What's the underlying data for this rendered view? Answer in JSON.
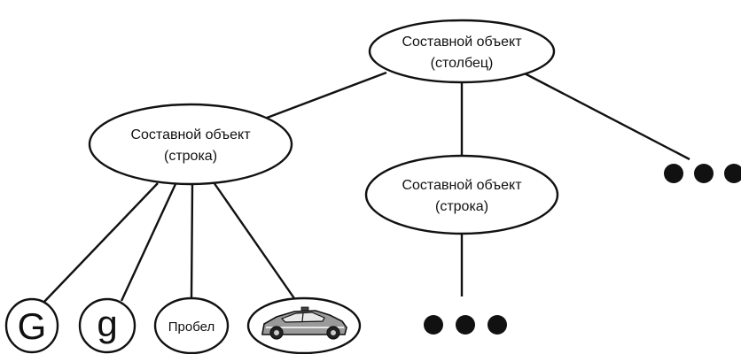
{
  "diagram": {
    "root": {
      "line1": "Составной объект",
      "line2": "(столбец)"
    },
    "row_left": {
      "line1": "Составной объект",
      "line2": "(строка)"
    },
    "row_right": {
      "line1": "Составной объект",
      "line2": "(строка)"
    },
    "leaves": {
      "upper_g": "G",
      "lower_g": "g",
      "space": "Пробел",
      "image": "car-icon"
    },
    "continuation_marks": [
      "ellipsis-dots",
      "ellipsis-dots"
    ],
    "colors": {
      "stroke": "#111111",
      "background": "#ffffff"
    }
  }
}
